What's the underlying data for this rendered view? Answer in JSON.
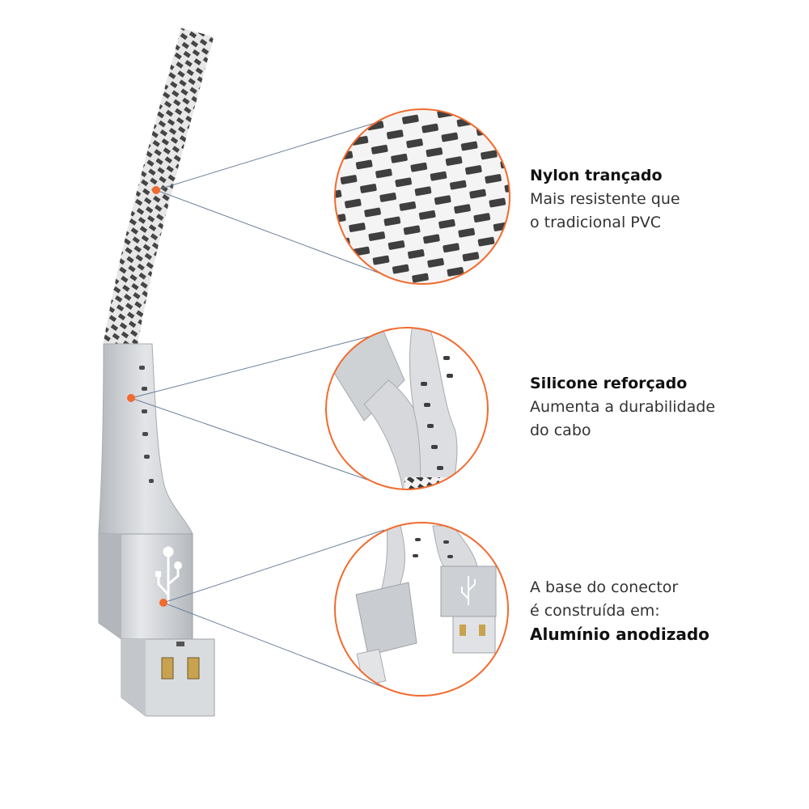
{
  "colors": {
    "accent": "#f26a2e",
    "leader_line": "#6b7f9a",
    "braid_dark": "#3a3a3a",
    "braid_light": "#f2f2f2",
    "aluminum": "#c9ccd0"
  },
  "features": [
    {
      "title": "Nylon trançado",
      "lines": [
        "Mais resistente que",
        "o tradicional PVC"
      ]
    },
    {
      "title": "Silicone reforçado",
      "lines": [
        "Aumenta a durabilidade",
        "do cabo"
      ]
    },
    {
      "lines": [
        "A base do conector",
        "é construída em:"
      ],
      "title": "Alumínio anodizado"
    }
  ],
  "icons": {
    "usb_symbol": "usb-icon"
  }
}
